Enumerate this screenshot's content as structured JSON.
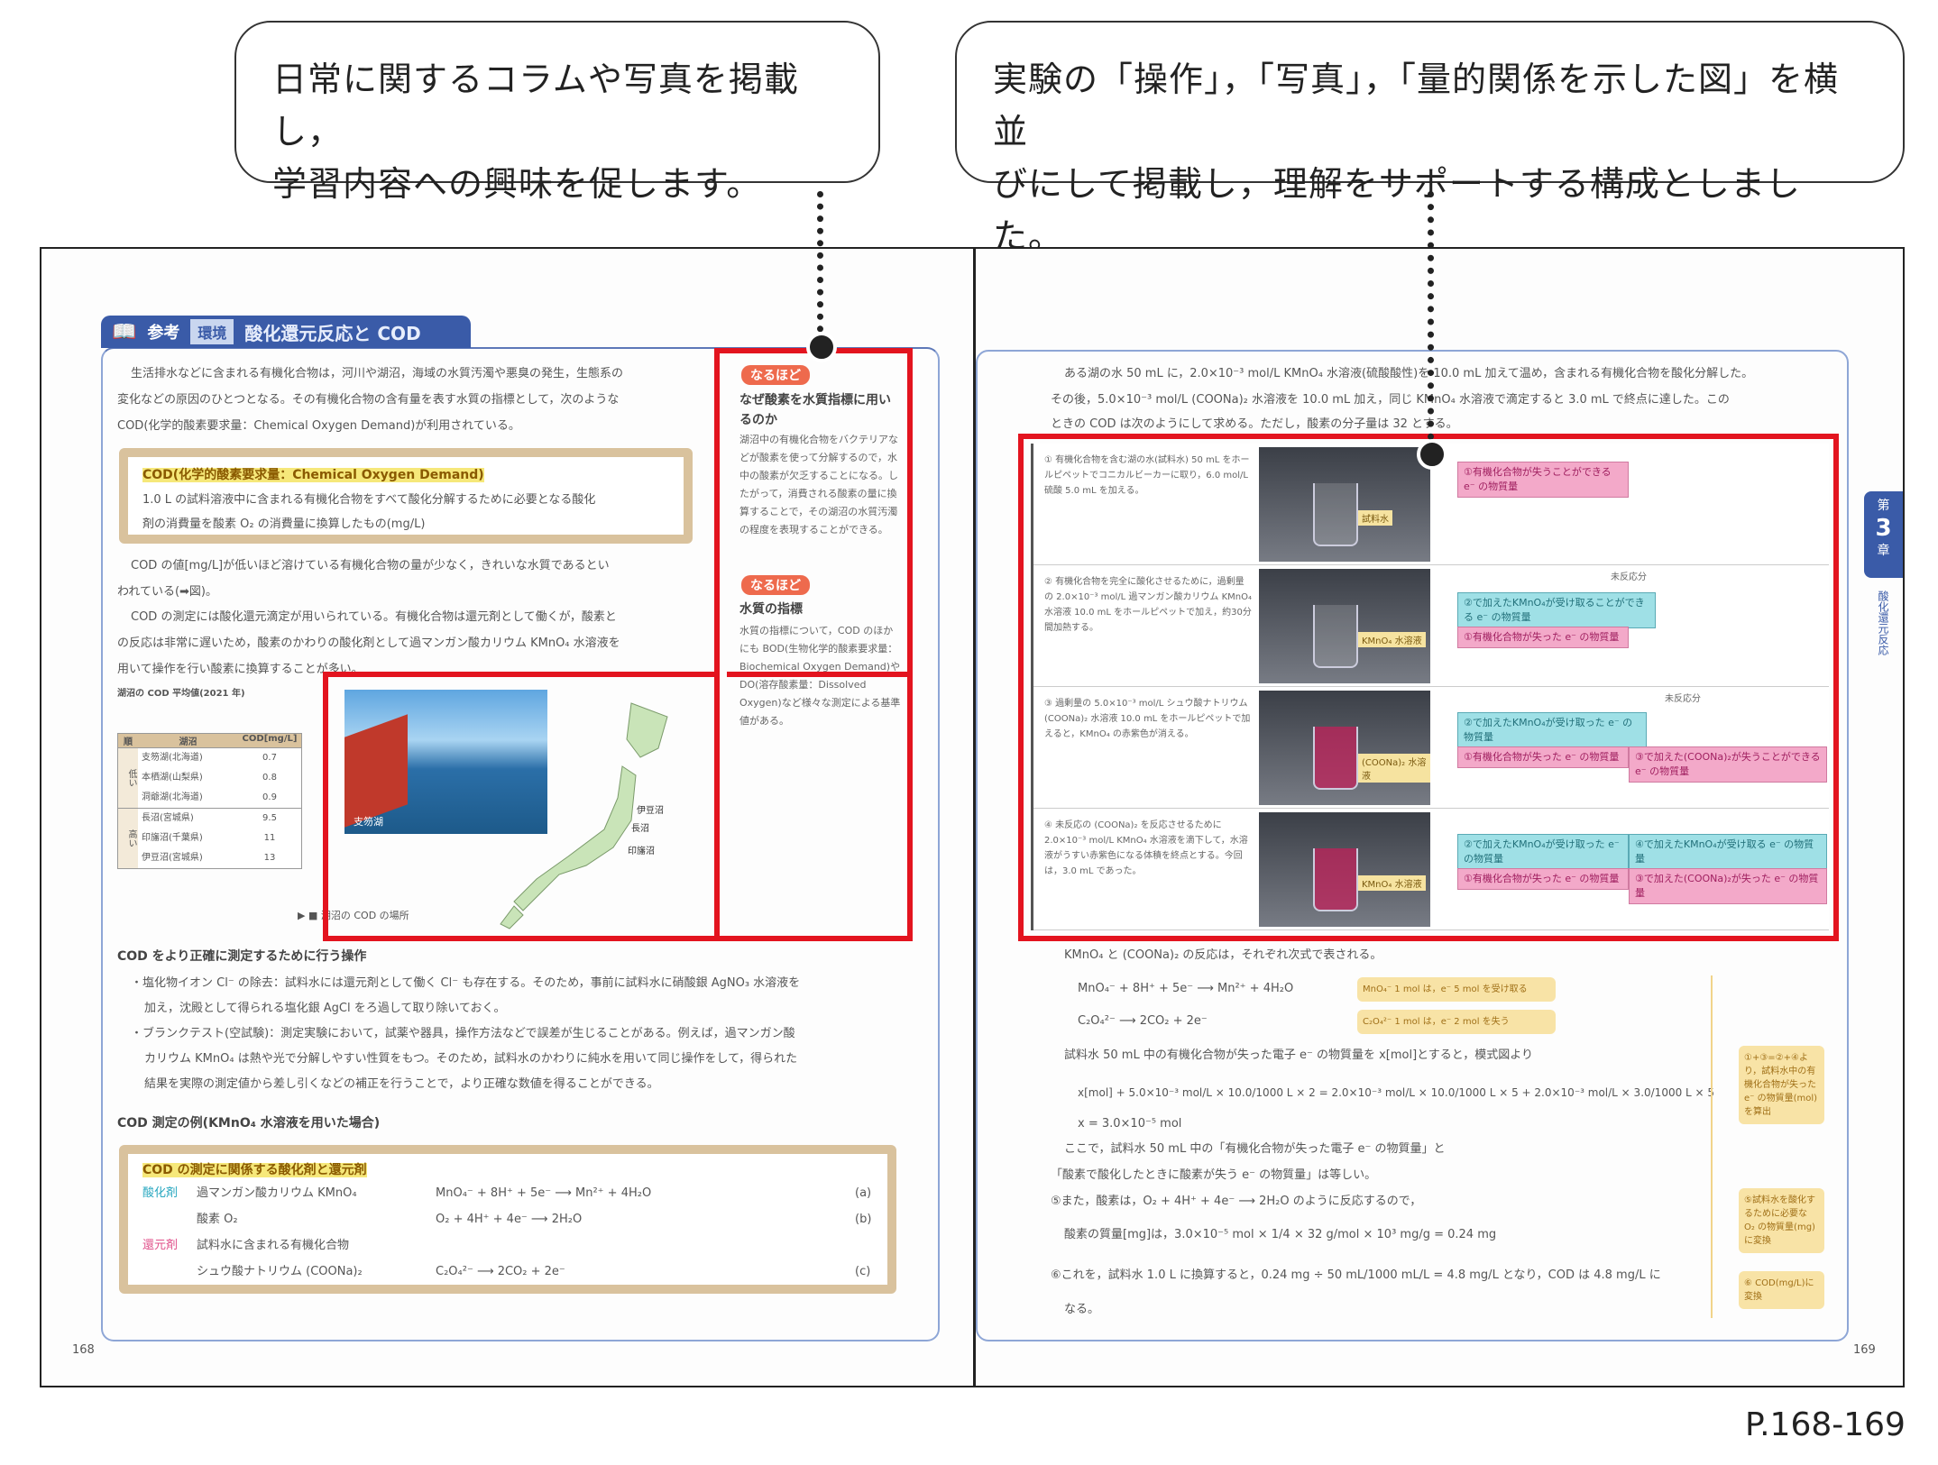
{
  "callouts": [
    {
      "lines": [
        "日常に関するコラムや写真を掲載し，",
        "学習内容への興味を促します。"
      ]
    },
    {
      "lines": [
        "実験の「操作」，「写真」，「量的関係を示した図」を横並",
        "びにして掲載し，理解をサポートする構成としました。"
      ]
    }
  ],
  "page_range_label": "P.168-169",
  "left_page": {
    "page_number": "168",
    "header": {
      "tag": "参考",
      "category": "環境",
      "title": "酸化還元反応と COD"
    },
    "intro": [
      "生活排水などに含まれる有機化合物は，河川や湖沼，海域の水質汚濁や悪臭の発生，生態系の",
      "変化などの原因のひとつとなる。その有機化合物の含有量を表す水質の指標として，次のような",
      "COD(化学的酸素要求量：Chemical Oxygen Demand)が利用されている。"
    ],
    "definition": {
      "title": "COD(化学的酸素要求量：Chemical Oxygen Demand)",
      "lines": [
        "1.0 L の試料溶液中に含まれる有機化合物をすべて酸化分解するために必要となる酸化",
        "剤の消費量を酸素 O₂ の消費量に換算したもの(mg/L)"
      ]
    },
    "body": [
      "COD の値[mg/L]が低いほど溶けている有機化合物の量が少なく，きれいな水質であるとい",
      "われている(➡図)。",
      "COD の測定には酸化還元滴定が用いられている。有機化合物は還元剤として働くが，酸素と",
      "の反応は非常に遅いため，酸素のかわりの酸化剤として過マンガン酸カリウム KMnO₄ 水溶液を",
      "用いて操作を行い酸素に換算することが多い。"
    ],
    "side_notes": [
      {
        "badge": "なるほど",
        "title": "なぜ酸素を水質指標に用いるのか",
        "text": "湖沼中の有機化合物をバクテリアなどが酸素を使って分解するので，水中の酸素が欠乏することになる。したがって，消費される酸素の量に換算することで，その湖沼の水質汚濁の程度を表現することができる。"
      },
      {
        "badge": "なるほど",
        "title": "水質の指標",
        "text": "水質の指標について，COD のほかにも BOD(生物化学的酸素要求量：Biochemical Oxygen Demand)や DO(溶存酸素量：Dissolved Oxygen)など様々な測定による基準値がある。"
      }
    ],
    "table": {
      "caption": "湖沼の COD 平均値(2021 年)",
      "headers": [
        "順",
        "湖沼",
        "COD[mg/L]"
      ],
      "groups": [
        {
          "label": "低い",
          "rows": [
            [
              "支笏湖(北海道)",
              "0.7"
            ],
            [
              "本栖湖(山梨県)",
              "0.8"
            ],
            [
              "洞爺湖(北海道)",
              "0.9"
            ]
          ]
        },
        {
          "label": "高い",
          "rows": [
            [
              "長沼(宮城県)",
              "9.5"
            ],
            [
              "印旛沼(千葉県)",
              "11"
            ],
            [
              "伊豆沼(宮城県)",
              "13"
            ]
          ]
        }
      ]
    },
    "map": {
      "photo_label": "支笏湖",
      "places": [
        "伊豆沼",
        "長沼",
        "印旛沼"
      ],
      "caption": "湖沼の COD の場所"
    },
    "section1": {
      "title": "COD をより正確に測定するために行う操作",
      "items": [
        "・塩化物イオン Cl⁻ の除去：試料水には還元剤として働く Cl⁻ も存在する。そのため，事前に試料水に硝酸銀 AgNO₃ 水溶液を",
        "加え，沈殿として得られる塩化銀 AgCl をろ過して取り除いておく。",
        "・ブランクテスト(空試験)：測定実験において，試薬や器具，操作方法などで誤差が生じることがある。例えば，過マンガン酸",
        "カリウム KMnO₄ は熱や光で分解しやすい性質をもつ。そのため，試料水のかわりに純水を用いて同じ操作をして，得られた",
        "結果を実際の測定値から差し引くなどの補正を行うことで，より正確な数値を得ることができる。"
      ]
    },
    "section2": {
      "title": "COD 測定の例(KMnO₄ 水溶液を用いた場合)",
      "box_title": "COD の測定に関係する酸化剤と還元剤",
      "rows": [
        {
          "role": "酸化剤",
          "name": "過マンガン酸カリウム KMnO₄",
          "eq": "MnO₄⁻ + 8H⁺ + 5e⁻ ⟶ Mn²⁺ + 4H₂O",
          "tag": "(a)"
        },
        {
          "role": "",
          "name": "酸素 O₂",
          "eq": "O₂ + 4H⁺ + 4e⁻ ⟶ 2H₂O",
          "tag": "(b)"
        },
        {
          "role": "還元剤",
          "name": "試料水に含まれる有機化合物",
          "eq": "",
          "tag": ""
        },
        {
          "role": "",
          "name": "シュウ酸ナトリウム (COONa)₂",
          "eq": "C₂O₄²⁻ ⟶ 2CO₂ + 2e⁻",
          "tag": "(c)"
        }
      ]
    }
  },
  "right_page": {
    "page_number": "169",
    "chapter_tab": {
      "label": "第",
      "number": "3",
      "suffix": "章",
      "subtitle": "酸化還元反応"
    },
    "intro": [
      "ある湖の水 50 mL に，2.0×10⁻³ mol/L KMnO₄ 水溶液(硫酸酸性)を 10.0 mL 加えて温め，含まれる有機化合物を酸化分解した。",
      "その後，5.0×10⁻³ mol/L (COONa)₂ 水溶液を 10.0 mL 加え，同じ KMnO₄ 水溶液で滴定すると 3.0 mL で終点に達した。この",
      "ときの COD は次のようにして求める。ただし，酸素の分子量は 32 とする。"
    ],
    "steps": [
      {
        "text": "① 有機化合物を含む湖の水(試料水) 50 mL をホールピペットでコニカルビーカーに取り，6.0 mol/L 硫酸 5.0 mL を加える。",
        "photo_label": "試料水",
        "boxes": [
          {
            "type": "pink",
            "text": "①有機化合物が失うことができる e⁻ の物質量"
          }
        ]
      },
      {
        "text": "② 有機化合物を完全に酸化させるために，過剰量の 2.0×10⁻³ mol/L 過マンガン酸カリウム KMnO₄ 水溶液 10.0 mL をホールピペットで加え，約30分間加熱する。",
        "photo_label": "KMnO₄ 水溶液",
        "extra": "未反応分",
        "boxes": [
          {
            "type": "cyan",
            "text": "②で加えたKMnO₄が受け取ることができる e⁻ の物質量"
          },
          {
            "type": "pink",
            "text": "①有機化合物が失った e⁻ の物質量"
          }
        ]
      },
      {
        "text": "③ 過剰量の 5.0×10⁻³ mol/L シュウ酸ナトリウム (COONa)₂ 水溶液 10.0 mL をホールピペットで加えると，KMnO₄ の赤紫色が消える。",
        "photo_label": "(COONa)₂ 水溶液",
        "extra": "未反応分",
        "boxes": [
          {
            "type": "cyan",
            "text": "②で加えたKMnO₄が受け取った e⁻ の物質量"
          },
          {
            "type": "pink",
            "text": "①有機化合物が失った e⁻ の物質量"
          },
          {
            "type": "pink",
            "text": "③で加えた(COONa)₂が失うことができる e⁻ の物質量"
          }
        ]
      },
      {
        "text": "④ 未反応の (COONa)₂ を反応させるために 2.0×10⁻³ mol/L KMnO₄ 水溶液を滴下して，水溶液がうすい赤紫色になる体積を終点とする。今回は，3.0 mL であった。",
        "photo_label": "KMnO₄ 水溶液",
        "boxes": [
          {
            "type": "cyan",
            "text": "②で加えたKMnO₄が受け取った e⁻ の物質量"
          },
          {
            "type": "cyan",
            "text": "④で加えたKMnO₄が受け取る e⁻ の物質量"
          },
          {
            "type": "pink",
            "text": "①有機化合物が失った e⁻ の物質量"
          },
          {
            "type": "pink",
            "text": "③で加えた(COONa)₂が失った e⁻ の物質量"
          }
        ]
      }
    ],
    "calc": [
      "KMnO₄ と (COONa)₂ の反応は，それぞれ次式で表される。",
      "MnO₄⁻ + 8H⁺ + 5e⁻ ⟶ Mn²⁺ + 4H₂O",
      "C₂O₄²⁻ ⟶ 2CO₂ + 2e⁻",
      "試料水 50 mL 中の有機化合物が失った電子 e⁻ の物質量を x[mol]とすると，模式図より",
      "x[mol] + 5.0×10⁻³ mol/L × 10.0/1000 L × 2 = 2.0×10⁻³ mol/L × 10.0/1000 L × 5 + 2.0×10⁻³ mol/L × 3.0/1000 L × 5",
      "x = 3.0×10⁻⁵ mol",
      "ここで，試料水 50 mL 中の「有機化合物が失った電子 e⁻ の物質量」と",
      "「酸素で酸化したときに酸素が失う e⁻ の物質量」は等しい。",
      "⑤また，酸素は，O₂ + 4H⁺ + 4e⁻ ⟶ 2H₂O のように反応するので，",
      "酸素の質量[mg]は，3.0×10⁻⁵ mol × 1/4 × 32 g/mol × 10³ mg/g = 0.24 mg",
      "⑥これを，試料水 1.0 L に換算すると，0.24 mg ÷ 50 mL/1000 mL/L = 4.8 mg/L となり，COD は 4.8 mg/L に",
      "なる。"
    ],
    "eq_notes": [
      "MnO₄⁻ 1 mol は，e⁻ 5 mol を受け取る",
      "C₂O₄²⁻ 1 mol は，e⁻ 2 mol を失う"
    ],
    "margin_notes": [
      "①+③=②+④より，試料水中の有機化合物が失った e⁻ の物質量(mol)を算出",
      "⑤試料水を酸化するために必要な O₂ の物質量(mg)に変換",
      "⑥ COD(mg/L)に変換"
    ]
  }
}
